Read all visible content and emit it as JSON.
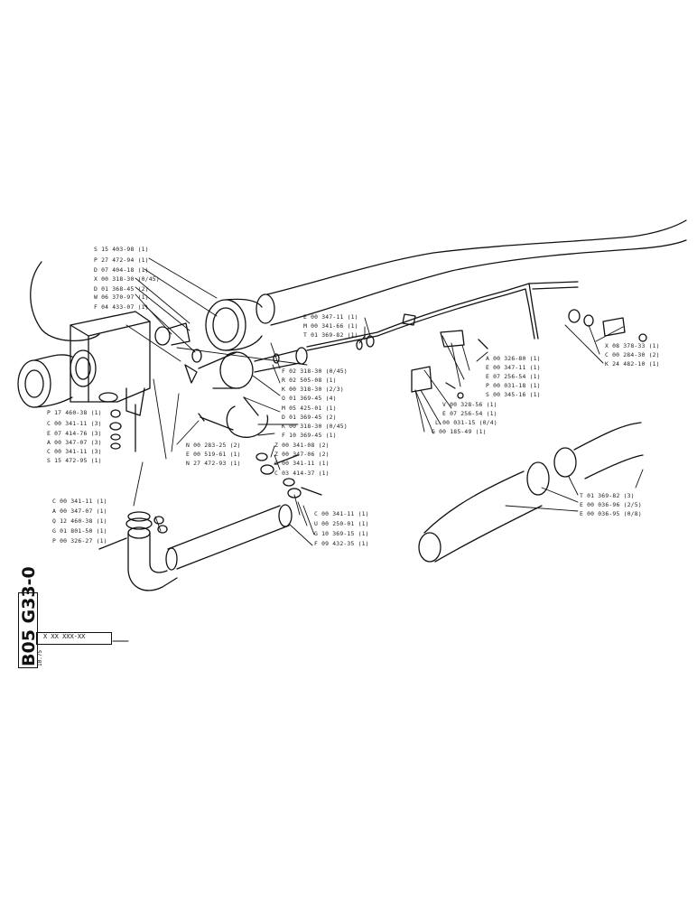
{
  "sheet": {
    "code": "B05 G33-0",
    "box_code": "X XX XXX-XX",
    "date": "10.75"
  },
  "callouts": [
    {
      "id": "c1",
      "text": "S 15 403-98 (1)"
    },
    {
      "id": "c2",
      "text": "P 27 472-94 (1)"
    },
    {
      "id": "c3",
      "text": "D 07 404-18 (1)"
    },
    {
      "id": "c4",
      "text": "X 00 318-30 (0/45)"
    },
    {
      "id": "c5",
      "text": "D 01 368-45 (2)"
    },
    {
      "id": "c6",
      "text": "W 06 370-97 (1)"
    },
    {
      "id": "c7",
      "text": "F 04 433-07 (1)"
    },
    {
      "id": "c8",
      "text": "P 17 460-38 (1)"
    },
    {
      "id": "c9",
      "text": "C 00 341-11 (3)"
    },
    {
      "id": "c10",
      "text": "E 07 414-76 (3)"
    },
    {
      "id": "c11",
      "text": "A 00 347-07 (3)"
    },
    {
      "id": "c12",
      "text": "C 00 341-11 (3)"
    },
    {
      "id": "c13",
      "text": "S 15 472-95 (1)"
    },
    {
      "id": "c14",
      "text": "E 00 347-11 (1)"
    },
    {
      "id": "c15",
      "text": "M 00 341-66 (1)"
    },
    {
      "id": "c16",
      "text": "T 01 369-82 (1)"
    },
    {
      "id": "c17",
      "text": "F 02 318-30 (0/45)"
    },
    {
      "id": "c18",
      "text": "R 02 505-08 (1)"
    },
    {
      "id": "c19",
      "text": "K 00 318-30 (2/3)"
    },
    {
      "id": "c20",
      "text": "O 01 369-45 (4)"
    },
    {
      "id": "c21",
      "text": "M 05 425-01 (1)"
    },
    {
      "id": "c22",
      "text": "D 01 369-45 (2)"
    },
    {
      "id": "c23",
      "text": "K 00 318-30 (0/45)"
    },
    {
      "id": "c24",
      "text": "F 10 369-45 (1)"
    },
    {
      "id": "c25",
      "text": "Z 00 341-08 (2)"
    },
    {
      "id": "c26",
      "text": "Z 00 347-06 (2)"
    },
    {
      "id": "c27",
      "text": "C 00 341-11 (1)"
    },
    {
      "id": "c28",
      "text": "C 03 414-37 (1)"
    },
    {
      "id": "c29",
      "text": "N 00 283-25 (2)"
    },
    {
      "id": "c30",
      "text": "E 00 519-61 (1)"
    },
    {
      "id": "c31",
      "text": "N 27 472-93 (1)"
    },
    {
      "id": "c32",
      "text": "A 00 326-80 (1)"
    },
    {
      "id": "c33",
      "text": "E 00 347-11 (1)"
    },
    {
      "id": "c34",
      "text": "E 07 256-54 (1)"
    },
    {
      "id": "c35",
      "text": "P 00 031-18 (1)"
    },
    {
      "id": "c36",
      "text": "S 00 345-16 (1)"
    },
    {
      "id": "c37",
      "text": "V 00 328-56 (1)"
    },
    {
      "id": "c38",
      "text": "E 07 256-54 (1)"
    },
    {
      "id": "c39",
      "text": "L 00 031-15 (0/4)"
    },
    {
      "id": "c40",
      "text": "G 00 185-49 (1)"
    },
    {
      "id": "c41",
      "text": "X 08 378-33 (1)"
    },
    {
      "id": "c42",
      "text": "C 00 284-30 (2)"
    },
    {
      "id": "c43",
      "text": "K 24 482-10 (1)"
    },
    {
      "id": "c44",
      "text": "C 00 341-11 (1)"
    },
    {
      "id": "c45",
      "text": "A 00 347-07 (1)"
    },
    {
      "id": "c46",
      "text": "Q 12 460-38 (1)"
    },
    {
      "id": "c47",
      "text": "G 01 801-50 (1)"
    },
    {
      "id": "c48",
      "text": "P 00 326-27 (1)"
    },
    {
      "id": "c49",
      "text": "C 00 341-11 (1)"
    },
    {
      "id": "c50",
      "text": "U 00 250-01 (1)"
    },
    {
      "id": "c51",
      "text": "G 10 369-15 (1)"
    },
    {
      "id": "c52",
      "text": "F 09 432-35 (1)"
    },
    {
      "id": "c53",
      "text": "T 01 369-82 (3)"
    },
    {
      "id": "c54",
      "text": "E 00 036-96 (2/5)"
    },
    {
      "id": "c55",
      "text": "E 00 036-95 (0/8)"
    }
  ],
  "colors": {
    "ink": "#111111",
    "paper": "#ffffff"
  }
}
